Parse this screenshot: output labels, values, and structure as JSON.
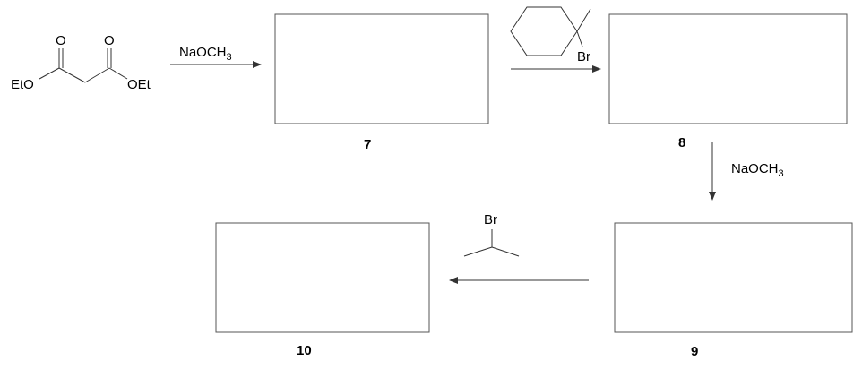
{
  "starting_material": {
    "carbonyl_o_left": "O",
    "carbonyl_o_right": "O",
    "ester_left": "EtO",
    "ester_right": "OEt"
  },
  "step1": {
    "reagent_main": "NaOCH",
    "reagent_sub": "3"
  },
  "step2": {
    "leaving_group": "Br"
  },
  "step3": {
    "reagent_main": "NaOCH",
    "reagent_sub": "3"
  },
  "step4": {
    "leaving_group": "Br"
  },
  "compounds": {
    "c7": "7",
    "c8": "8",
    "c9": "9",
    "c10": "10"
  }
}
